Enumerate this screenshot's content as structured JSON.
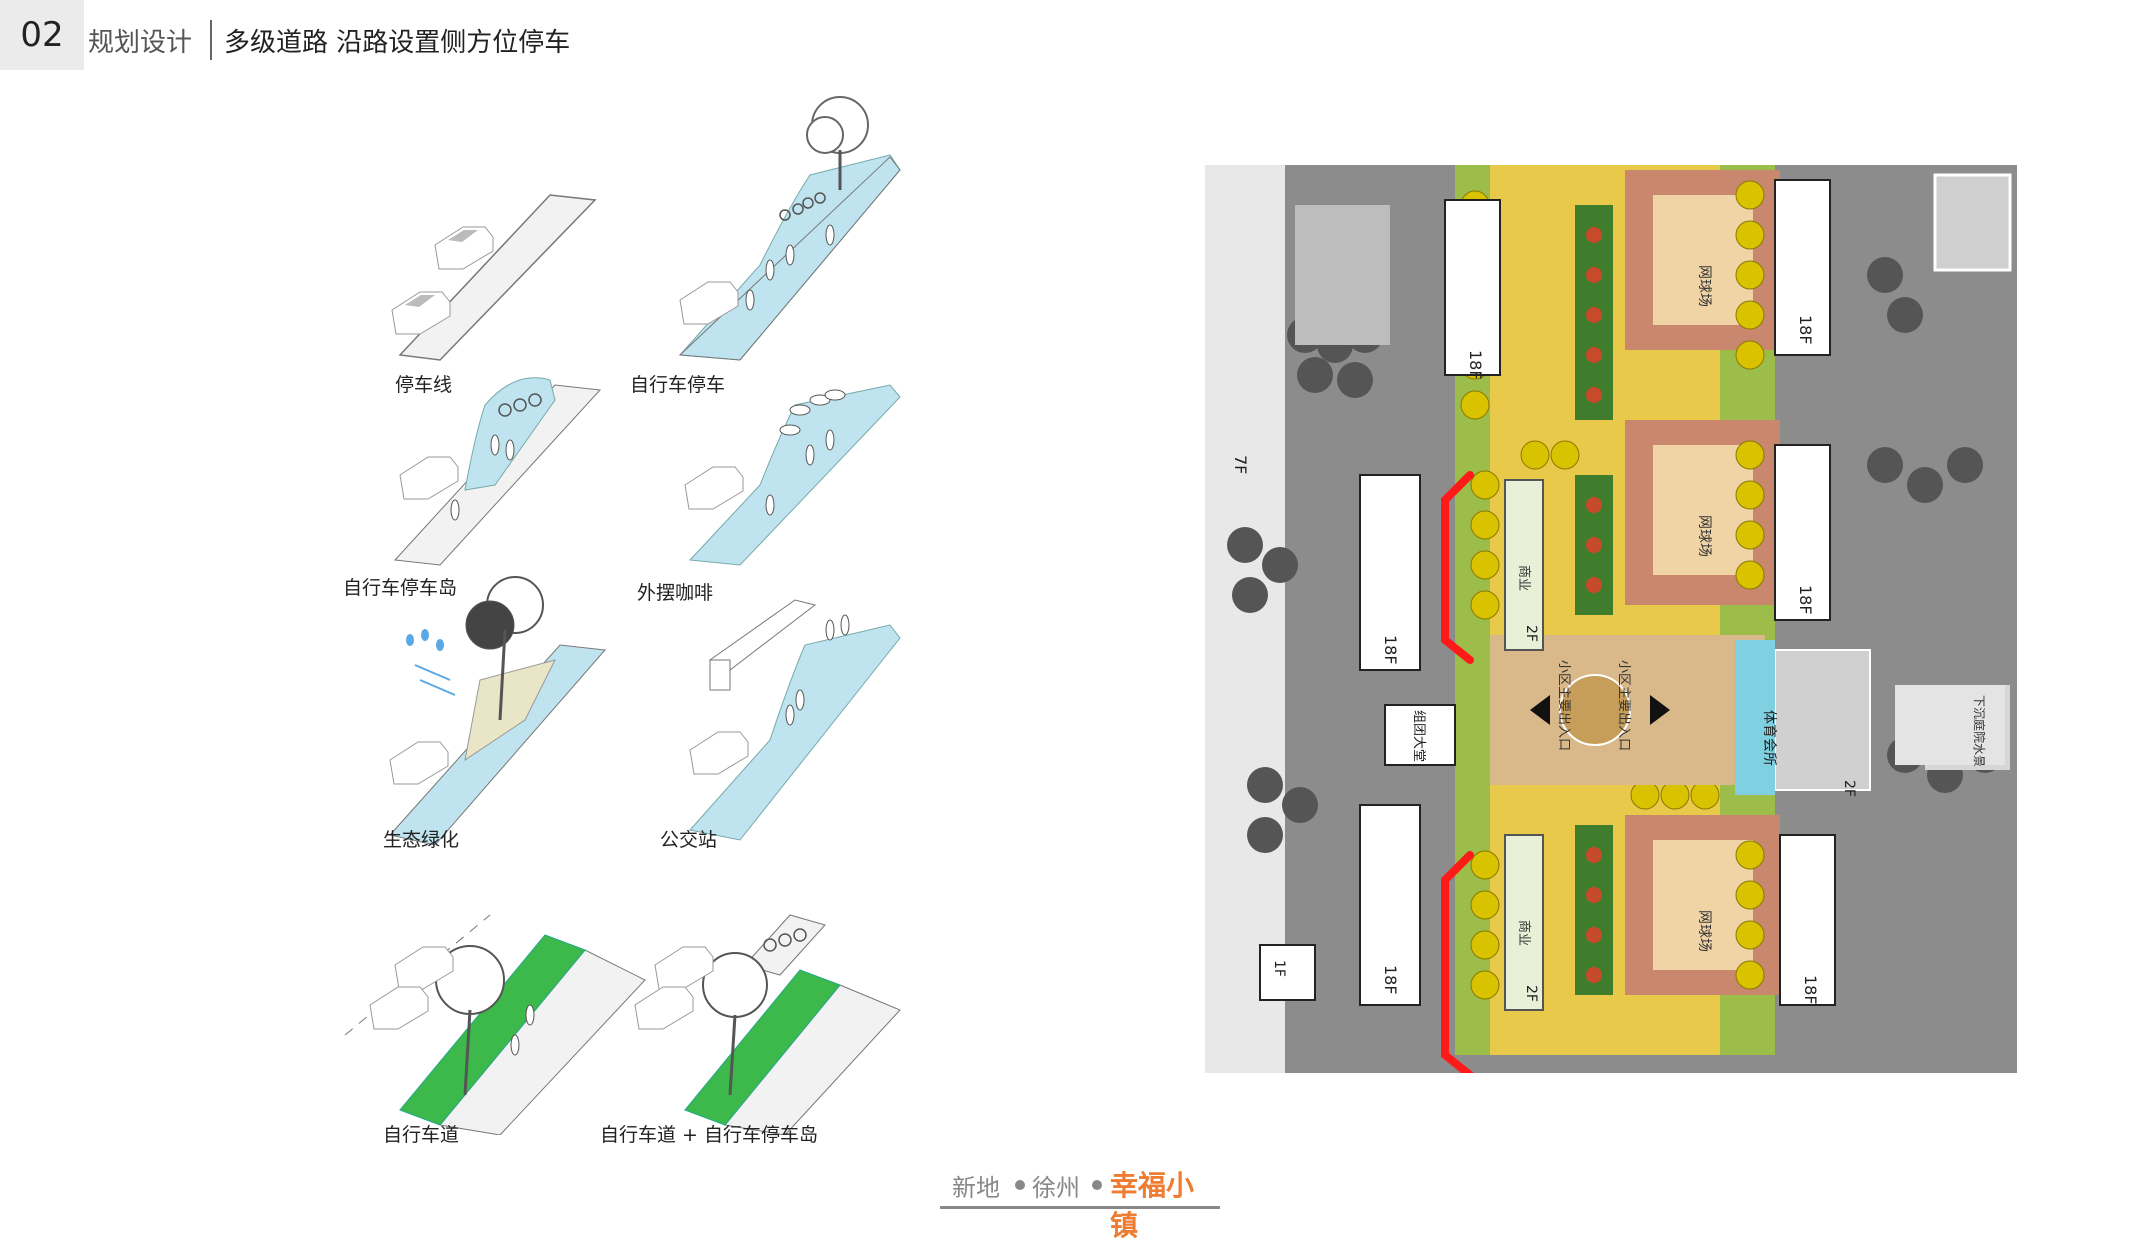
{
  "header": {
    "number": "02",
    "section": "规划设计",
    "title": "多级道路 沿路设置侧方位停车"
  },
  "diagrams": [
    {
      "id": "parking-line",
      "label": "停车线"
    },
    {
      "id": "bike-parking",
      "label": "自行车停车"
    },
    {
      "id": "bike-parking-island",
      "label": "自行车停车岛"
    },
    {
      "id": "outdoor-cafe",
      "label": "外摆咖啡"
    },
    {
      "id": "eco-greening",
      "label": "生态绿化"
    },
    {
      "id": "bus-stop",
      "label": "公交站"
    },
    {
      "id": "bike-lane",
      "label": "自行车道"
    },
    {
      "id": "bike-lane-island",
      "label": "自行车道 + 自行车停车岛"
    }
  ],
  "plan": {
    "buildings": {
      "floors_18": "18F",
      "floors_7": "7F",
      "floors_2": "2F",
      "floors_1": "1F"
    },
    "labels": {
      "tennis": "网球场",
      "commercial": "商业",
      "sports_hall": "体育会所",
      "group_building": "组团大堂",
      "sunken_plaza": "下沉庭院水景",
      "main_entrance": "小区主要出入口"
    }
  },
  "footer": {
    "part1": "新地",
    "part2": "徐州",
    "brand": "幸福小镇"
  },
  "colors": {
    "accent": "#ee7d31",
    "highlight": "#ff1a1a",
    "lane_blue": "#bfe4ef",
    "lane_green": "#3db84a"
  }
}
